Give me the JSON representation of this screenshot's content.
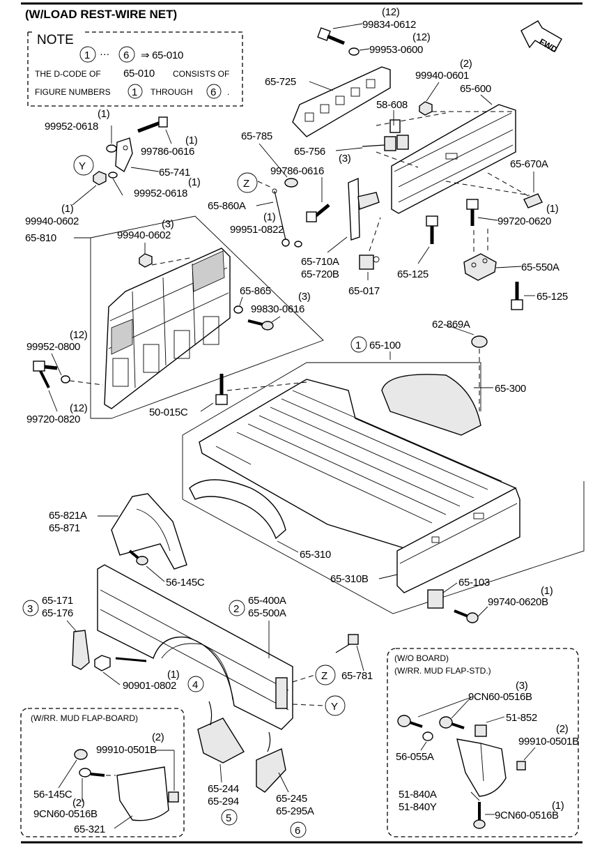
{
  "header": {
    "title": "(W/LOAD REST-WIRE NET)"
  },
  "fwd_label": "FWD",
  "note": {
    "title": "NOTE",
    "range_from": "1",
    "range_to": "6",
    "range_sep": "···",
    "arrow_ref": "⇒ 65-010",
    "line2_prefix": "THE D-CODE OF",
    "line2_code": "65-010",
    "line2_suffix": "CONSISTS OF",
    "line3_prefix": "FIGURE NUMBERS",
    "line3_mid": "THROUGH",
    "line3_end": ".",
    "num_from": "1",
    "num_to": "6"
  },
  "labels": {
    "l99834_qty": "(12)",
    "l99834": "99834-0612",
    "l99953_qty": "(12)",
    "l99953": "99953-0600",
    "l99940_0601_qty": "(2)",
    "l99940_0601": "99940-0601",
    "l65_725": "65-725",
    "l65_600": "65-600",
    "l58_608": "58-608",
    "l99952_0618a_qty": "(1)",
    "l99952_0618a": "99952-0618",
    "l99786_0616a": "99786-0616",
    "l99786_0616a_qty": "(1)",
    "lY1": "Y",
    "l65_741": "65-741",
    "l99952_0618b": "99952-0618",
    "l99952_0618b_qty": "(1)",
    "l99940_0602a_qty": "(1)",
    "l99940_0602a": "99940-0602",
    "l65_785": "65-785",
    "l65_756": "65-756",
    "l99786_0616b_qty": "(3)",
    "l99786_0616b": "99786-0616",
    "lZ1": "Z",
    "l65_860A": "65-860A",
    "l99951_qty": "(1)",
    "l99951": "99951-0822",
    "l65_670A": "65-670A",
    "l65_670A_qty": "(1)",
    "l99720_0620": "99720-0620",
    "l65_810": "65-810",
    "l99940_0602b_qty": "(3)",
    "l99940_0602b": "99940-0602",
    "l65_710A": "65-710A",
    "l65_720B": "65-720B",
    "l65_017": "65-017",
    "l65_125a": "65-125",
    "l65_550A": "65-550A",
    "l65_125b": "65-125",
    "l65_865": "65-865",
    "l99830_qty": "(3)",
    "l99830": "99830-0616",
    "l99952_0800_qty": "(12)",
    "l99952_0800": "99952-0800",
    "l99720_0820_qty": "(12)",
    "l99720_0820": "99720-0820",
    "l62_869A": "62-869A",
    "c1": "1",
    "l65_100": "65-100",
    "l65_300": "65-300",
    "l50_015C": "50-015C",
    "l65_821A": "65-821A",
    "l65_871": "65-871",
    "l65_310": "65-310",
    "l56_145C": "56-145C",
    "l65_310B": "65-310B",
    "l65_103": "65-103",
    "l99740_qty": "(1)",
    "l99740": "99740-0620B",
    "c3": "3",
    "l65_171": "65-171",
    "l65_176": "65-176",
    "c2": "2",
    "l65_400A": "65-400A",
    "l65_500A": "65-500A",
    "l90901_qty": "(1)",
    "l90901": "90901-0802",
    "c4": "4",
    "lZ2": "Z",
    "l65_781": "65-781",
    "lY2": "Y",
    "box_left_title": "(W/RR. MUD FLAP-BOARD)",
    "bl_99910_qty": "(2)",
    "bl_99910": "99910-0501B",
    "bl_56_145C": "56-145C",
    "bl_9CN60_qty": "(2)",
    "bl_9CN60": "9CN60-0516B",
    "bl_65_321": "65-321",
    "l65_244": "65-244",
    "l65_294": "65-294",
    "c5": "5",
    "l65_245": "65-245",
    "l65_295A": "65-295A",
    "c6": "6",
    "box_right_title1": "(W/O BOARD)",
    "box_right_title2": "(W/RR. MUD FLAP-STD.)",
    "br_9CN60a_qty": "(3)",
    "br_9CN60a": "9CN60-0516B",
    "br_51_852": "51-852",
    "br_99910_qty": "(2)",
    "br_99910": "99910-0501B",
    "br_56_055A": "56-055A",
    "br_51_840A": "51-840A",
    "br_51_840Y": "51-840Y",
    "br_9CN60b_qty": "(1)",
    "br_9CN60b": "9CN60-0516B"
  }
}
